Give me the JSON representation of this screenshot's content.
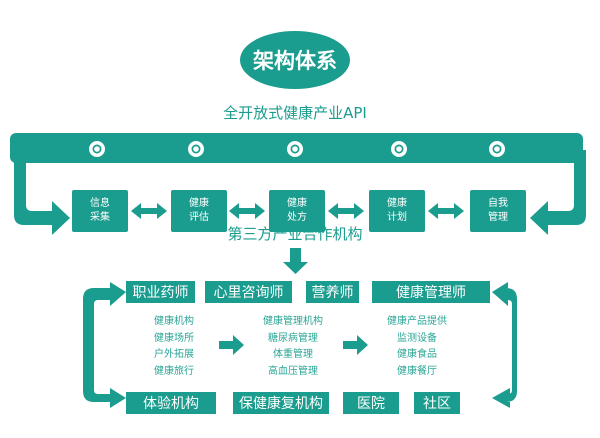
{
  "title": "架构体系",
  "api_label": "全开放式健康产业API",
  "steps": [
    {
      "line1": "信息",
      "line2": "采集"
    },
    {
      "line1": "健康",
      "line2": "评估"
    },
    {
      "line1": "健康",
      "line2": "处方"
    },
    {
      "line1": "健康",
      "line2": "计划"
    },
    {
      "line1": "自我",
      "line2": "管理"
    }
  ],
  "partners_label": "第三方产业合作机构",
  "top_tags": [
    "职业药师",
    "心里咨询师",
    "营养师",
    "健康管理师"
  ],
  "bottom_tags": [
    "体验机构",
    "保健康复机构",
    "医院",
    "社区"
  ],
  "columns": [
    [
      "健康机构",
      "健康场所",
      "户外拓展",
      "健康旅行"
    ],
    [
      "健康管理机构",
      "糖尿病管理",
      "体重管理",
      "高血压管理"
    ],
    [
      "健康产品提供",
      "监测设备",
      "健康食品",
      "健康餐厅"
    ]
  ],
  "colors": {
    "accent": "#1a9c8e"
  }
}
